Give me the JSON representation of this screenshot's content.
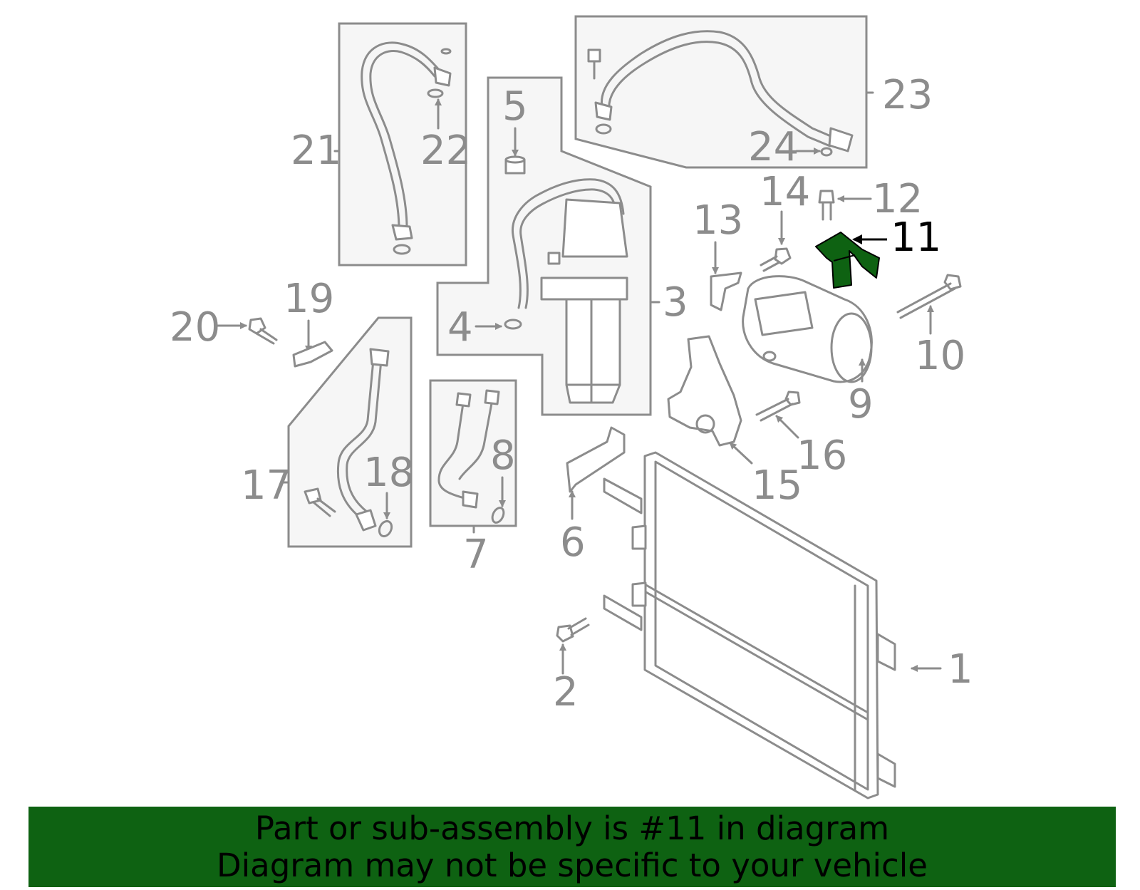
{
  "callouts": [
    "1",
    "2",
    "3",
    "4",
    "5",
    "6",
    "7",
    "8",
    "9",
    "10",
    "11",
    "12",
    "13",
    "14",
    "15",
    "16",
    "17",
    "18",
    "19",
    "20",
    "21",
    "22",
    "23",
    "24"
  ],
  "highlighted_callout": "11",
  "colors": {
    "line": "#8c8c8c",
    "highlight_part": "#0e6212",
    "banner_bg": "#0e6212",
    "banner_text": "#000000",
    "box_fill": "#f6f6f6"
  },
  "banner": {
    "line1": "Part or sub-assembly is #11 in diagram",
    "line2": "Diagram may not be specific to your vehicle"
  }
}
